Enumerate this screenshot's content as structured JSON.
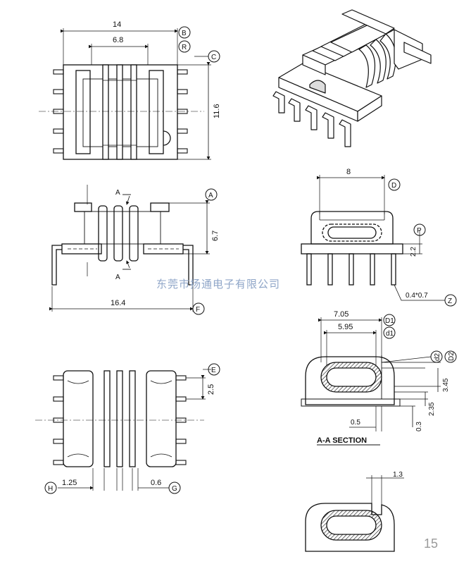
{
  "dims": {
    "top_width": "14",
    "top_inner": "6.8",
    "top_height": "11.6",
    "front_height": "6.7",
    "front_width": "16.4",
    "bottom_pitch": "2.5",
    "bottom_left": "1.25",
    "bottom_right": "0.6",
    "side_width": "8",
    "side_pin": "2.2",
    "pin_size": "0.4*0.7",
    "sec_outer": "7.05",
    "sec_inner": "5.95",
    "sec_h1": "3.45",
    "sec_h2": "2.35",
    "sec_b1": "0.5",
    "sec_b2": "0.3",
    "slot": "1.3",
    "section_label": "A-A SECTION",
    "section_mark": "A"
  },
  "refs": {
    "B": "B",
    "R": "R",
    "C": "C",
    "A": "A",
    "F": "F",
    "E": "E",
    "H": "H",
    "G": "G",
    "D": "D",
    "P": "P",
    "Z": "Z",
    "D1": "D1",
    "d1": "d1",
    "d2": "d2",
    "D2": "D2"
  },
  "watermark": "东莞市扬通电子有限公司",
  "page_number": "15"
}
